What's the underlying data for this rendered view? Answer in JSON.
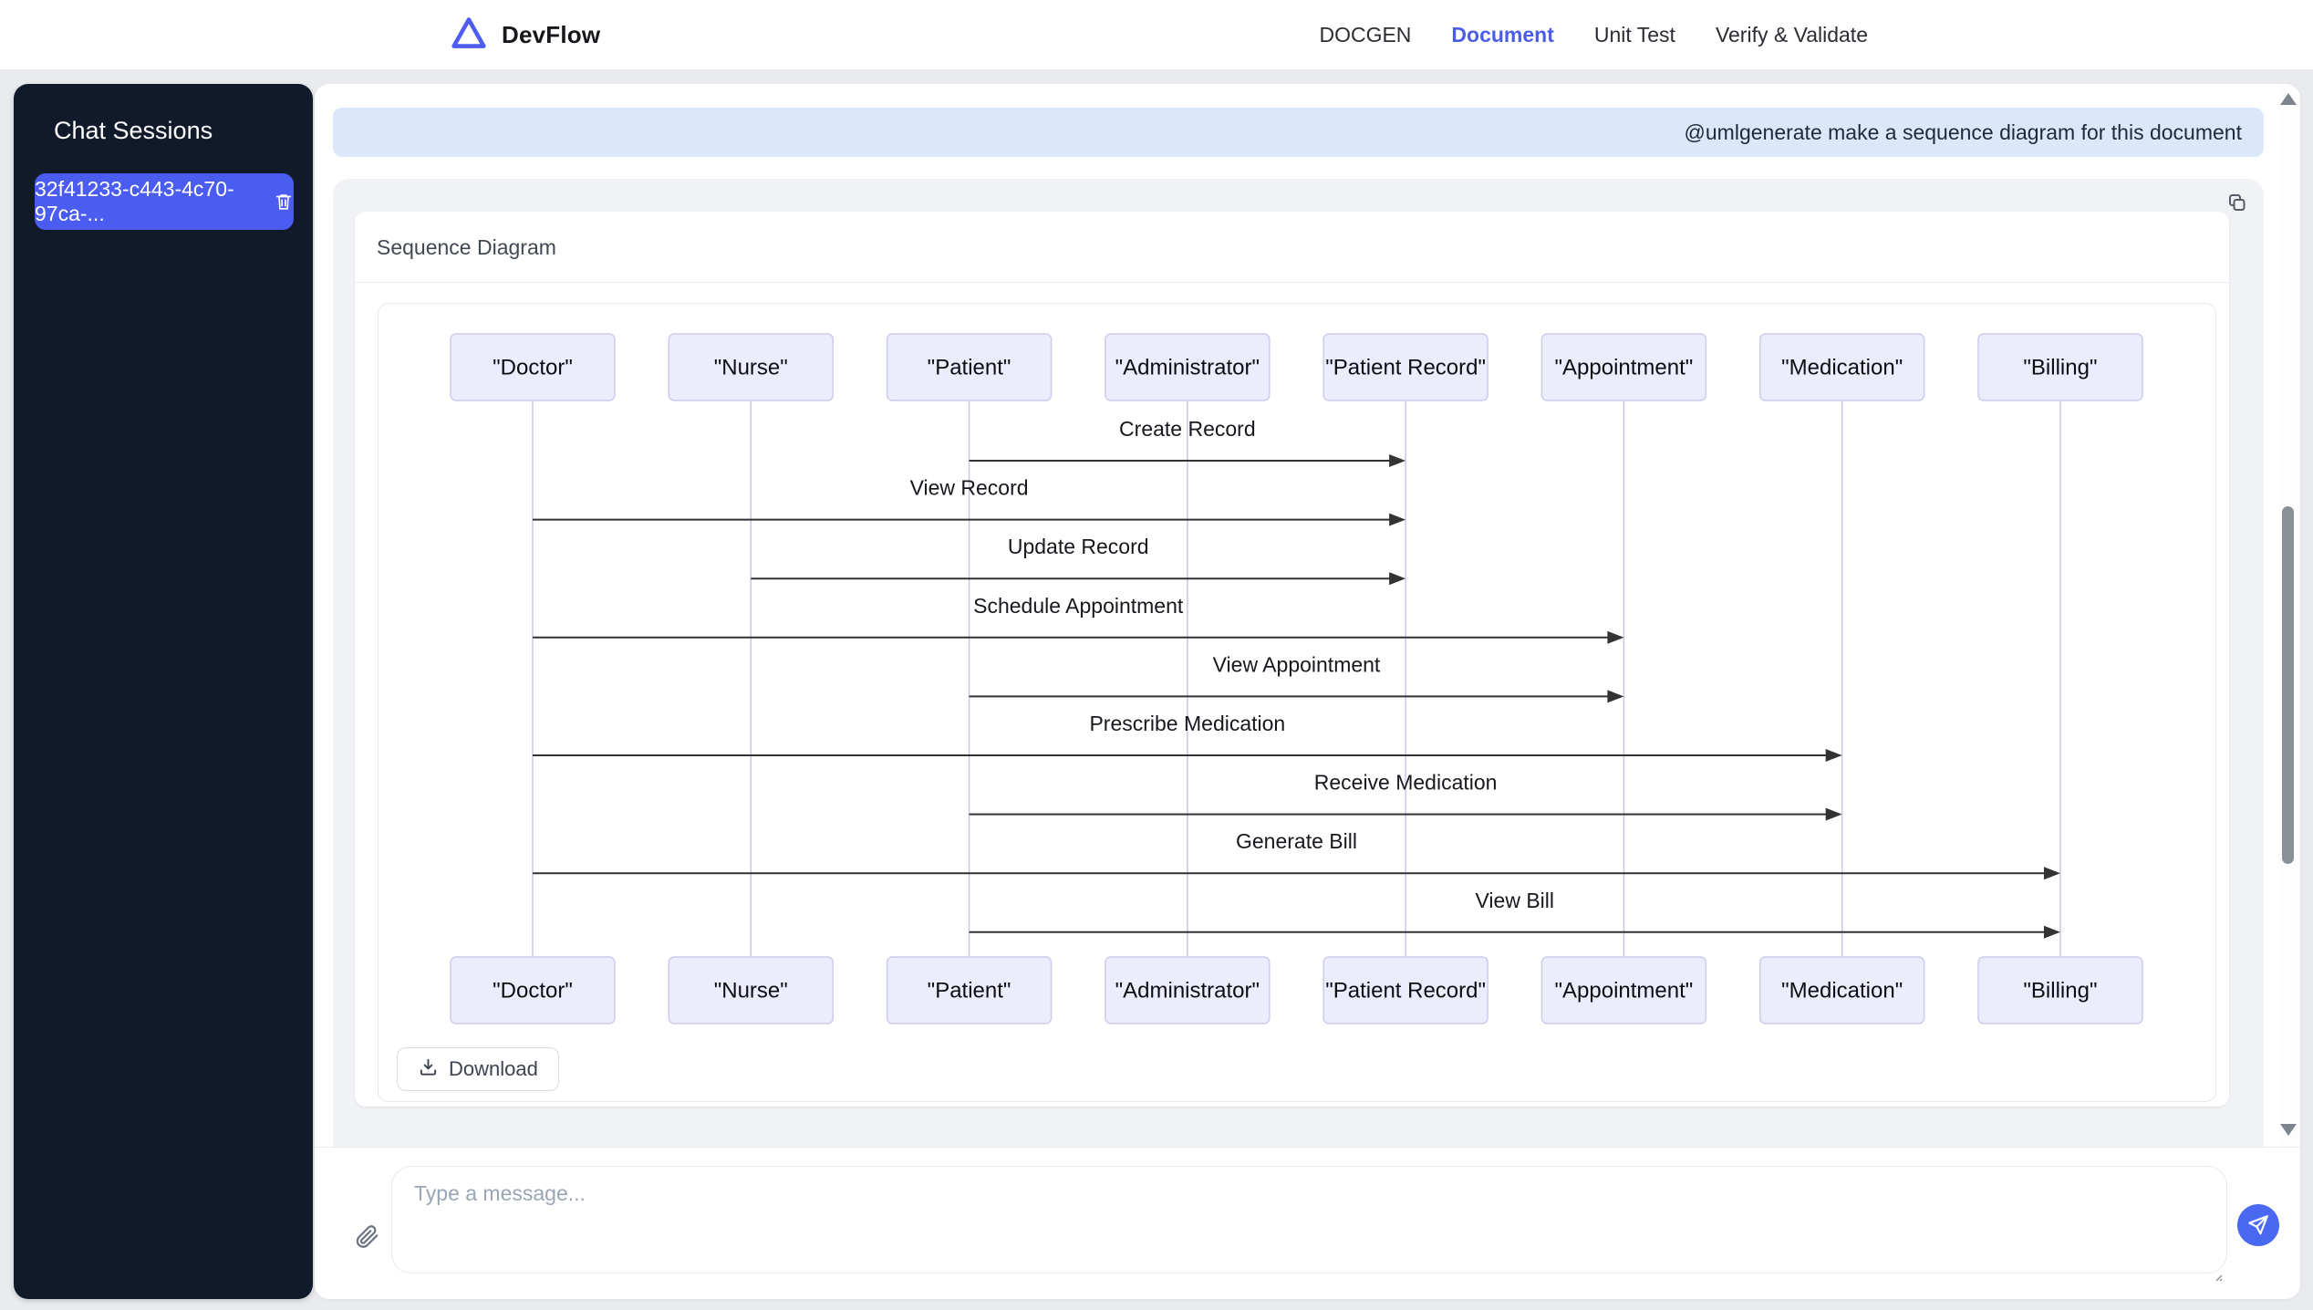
{
  "brand": {
    "name": "DevFlow"
  },
  "nav": {
    "items": [
      {
        "label": "DOCGEN",
        "active": false
      },
      {
        "label": "Document",
        "active": true
      },
      {
        "label": "Unit Test",
        "active": false
      },
      {
        "label": "Verify & Validate",
        "active": false
      }
    ]
  },
  "sidebar": {
    "title": "Chat Sessions",
    "sessions": [
      {
        "label": "32f41233-c443-4c70-97ca-...",
        "active": true
      }
    ]
  },
  "chat": {
    "user_message": "@umlgenerate make a sequence diagram for this document",
    "card_title": "Sequence Diagram",
    "download_label": "Download"
  },
  "composer": {
    "placeholder": "Type a message..."
  },
  "icons": [
    "devflow-logo-icon",
    "trash-icon",
    "copy-icon",
    "download-icon",
    "paperclip-icon",
    "send-icon",
    "scroll-up-icon",
    "scroll-down-icon",
    "resize-handle-icon"
  ],
  "colors": {
    "accent": "#4b5ce6",
    "session_pill": "#4b5cf0",
    "send_button": "#4a69f2",
    "user_bubble": "#dbe8fb",
    "assistant_bubble": "#f1f2f5",
    "sidebar_bg": "#111a2b",
    "actor_fill": "#ececfc",
    "actor_border": "#ccccec",
    "lifeline": "#cfc4ec",
    "arrow": "#333333"
  },
  "chart_data": {
    "type": "sequence-diagram",
    "title": "Sequence Diagram",
    "actors": [
      "\"Doctor\"",
      "\"Nurse\"",
      "\"Patient\"",
      "\"Administrator\"",
      "\"Patient Record\"",
      "\"Appointment\"",
      "\"Medication\"",
      "\"Billing\""
    ],
    "messages": [
      {
        "from": "\"Patient\"",
        "to": "\"Patient Record\"",
        "label": "Create Record"
      },
      {
        "from": "\"Doctor\"",
        "to": "\"Patient Record\"",
        "label": "View Record"
      },
      {
        "from": "\"Nurse\"",
        "to": "\"Patient Record\"",
        "label": "Update Record"
      },
      {
        "from": "\"Doctor\"",
        "to": "\"Appointment\"",
        "label": "Schedule Appointment"
      },
      {
        "from": "\"Patient\"",
        "to": "\"Appointment\"",
        "label": "View Appointment"
      },
      {
        "from": "\"Doctor\"",
        "to": "\"Medication\"",
        "label": "Prescribe Medication"
      },
      {
        "from": "\"Patient\"",
        "to": "\"Medication\"",
        "label": "Receive Medication"
      },
      {
        "from": "\"Doctor\"",
        "to": "\"Billing\"",
        "label": "Generate Bill"
      },
      {
        "from": "\"Patient\"",
        "to": "\"Billing\"",
        "label": "View Bill"
      }
    ]
  }
}
